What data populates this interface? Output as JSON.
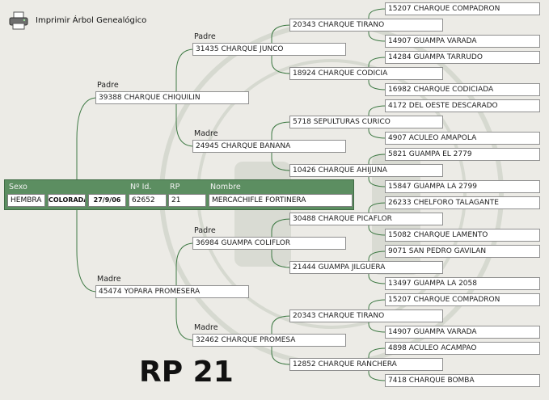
{
  "toolbar": {
    "print_label": "Imprimir Árbol Genealógico"
  },
  "animal": {
    "headers": {
      "sexo": "Sexo",
      "nid": "Nº Id.",
      "rp": "RP",
      "nombre": "Nombre"
    },
    "sexo": "HEMBRA",
    "color": "COLORADA",
    "fecha": "27/9/06",
    "nid": "62652",
    "rp": "21",
    "nombre": "MERCACHIFLE FORTINERA"
  },
  "rp_caption": "RP 21",
  "labels": {
    "padre": "Padre",
    "madre": "Madre"
  },
  "tree": {
    "g1": [
      "39388 CHARQUE CHIQUILIN",
      "45474 YOPARA PROMESERA"
    ],
    "g2": [
      "31435 CHARQUE JUNCO",
      "24945 CHARQUE BANANA",
      "36984 GUAMPA COLIFLOR",
      "32462 CHARQUE PROMESA"
    ],
    "g3": [
      "20343 CHARQUE TIRANO",
      "18924 CHARQUE CODICIA",
      "5718 SEPULTURAS CURICO",
      "10426 CHARQUE AHIJUNA",
      "30488 CHARQUE PICAFLOR",
      "21444 GUAMPA JILGUERA",
      "20343 CHARQUE TIRANO",
      "12852 CHARQUE RANCHERA"
    ],
    "g4": [
      "15207 CHARQUE COMPADRON",
      "14907 GUAMPA VARADA",
      "14284 GUAMPA TARRUDO",
      "16982 CHARQUE CODICIADA",
      "4172 DEL OESTE DESCARADO",
      "4907 ACULEO AMAPOLA",
      "5821 GUAMPA EL 2779",
      "15847 GUAMPA LA 2799",
      "26233 CHELFORO TALAGANTE",
      "15082 CHARQUE LAMENTO",
      "9071 SAN PEDRO GAVILAN",
      "13497 GUAMPA LA 2058",
      "15207 CHARQUE COMPADRON",
      "14907 GUAMPA VARADA",
      "4898 ACULEO ACAMPAO",
      "7418 CHARQUE BOMBA"
    ]
  },
  "colors": {
    "panel": "#5c8e61",
    "line": "#3f7a45"
  }
}
